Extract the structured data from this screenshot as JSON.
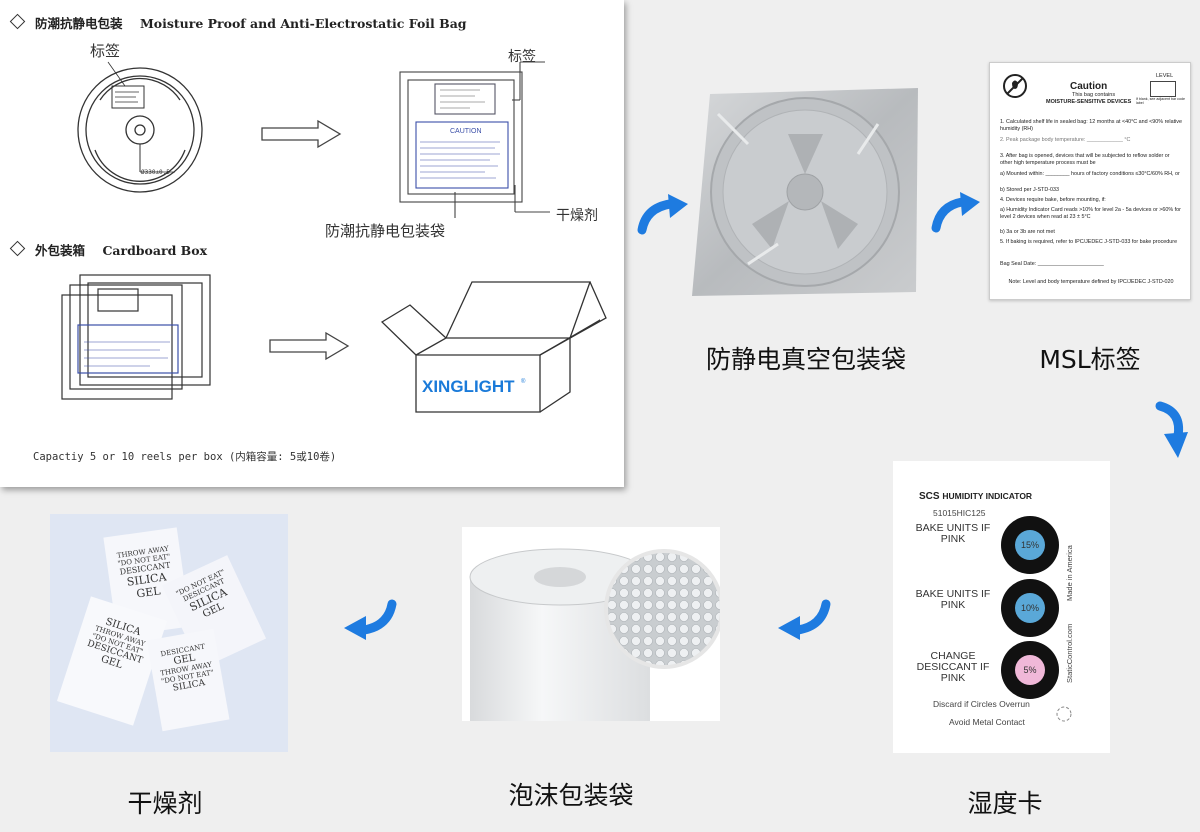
{
  "drawing": {
    "foil_section_title_zh": "防潮抗静电包装",
    "foil_section_title_en": "Moisture Proof and Anti-Electrostatic Foil Bag",
    "label_left": "标签",
    "label_right": "标签",
    "bag_label": "防潮抗静电包装袋",
    "desiccant_label": "干燥剂",
    "box_section_title_zh": "外包装箱",
    "box_section_title_en": "Cardboard Box",
    "brand": "XINGLIGHT",
    "brand_mark": "®",
    "capacity_note": "Capactiy 5 or 10 reels per box (内箱容量: 5或10卷)",
    "bag_drawing_caption": "CAUTION"
  },
  "captions": {
    "vacuum_bag": "防静电真空包装袋",
    "msl_label": "MSL标签",
    "humidity_card": "湿度卡",
    "foam_bag": "泡沫包装袋",
    "desiccant": "干燥剂"
  },
  "msl": {
    "title": "Caution",
    "subtitle": "This bag contains",
    "subtitle2": "MOISTURE-SENSITIVE DEVICES",
    "level": "LEVEL",
    "level_note": "If blank, see adjacent bar code label",
    "line1": "1. Calculated shelf life in sealed bag: 12 months at <40°C and <90% relative humidity (RH)",
    "line2": "2. Peak package body temperature: ____________ °C",
    "line3": "3. After bag is opened, devices that will be subjected to reflow solder or other high temperature process must be",
    "line4": "a) Mounted within: ________ hours of factory conditions ≤30°C/60% RH, or",
    "line5": "b) Stored per J-STD-033",
    "line6": "4. Devices require bake, before mounting, if:",
    "line7": "a) Humidity Indicator Card reads >10% for level 2a - 5a devices or >60% for level 2 devices when read at 23 ± 5°C",
    "line8": "b) 3a or 3b are not met",
    "line9": "5. If baking is required, refer to IPC/JEDEC J-STD-033 for bake procedure",
    "seal": "Bag Seal Date: ______________________",
    "note": "Note: Level and body temperature defined by IPC/JEDEC J-STD-020"
  },
  "hic": {
    "brand": "SCS",
    "title": "HUMIDITY INDICATOR",
    "code": "51015HIC125",
    "label1": "BAKE UNITS IF PINK",
    "label2": "BAKE UNITS IF PINK",
    "label3": "CHANGE DESICCANT IF PINK",
    "dot1": "15%",
    "dot2": "10%",
    "dot3": "5%",
    "side1": "Made in America",
    "side2": "StaticControl.com",
    "footer1": "Discard if Circles Overrun",
    "footer2": "Avoid Metal Contact",
    "color_blue": "#5aa8d8",
    "color_pink": "#f0b8d8"
  },
  "desiccant_pack": {
    "line1": "THROW AWAY",
    "line2": "\"DO NOT EAT\"",
    "line3": "DESICCANT",
    "line4": "SILICA",
    "line5": "GEL"
  },
  "colors": {
    "arrow": "#1e7be0",
    "panel_bg": "#ffffff",
    "page_bg": "#efefef"
  }
}
